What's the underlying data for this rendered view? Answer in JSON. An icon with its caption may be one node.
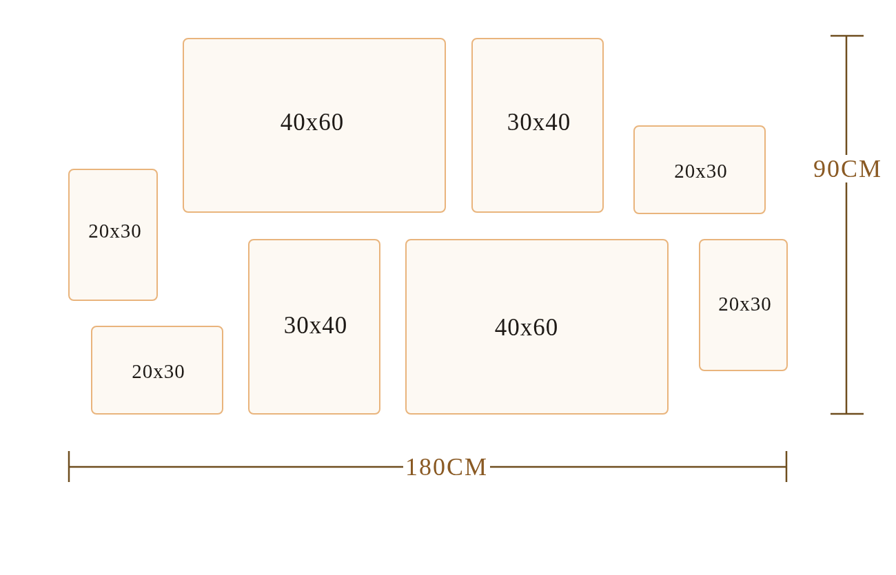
{
  "diagram": {
    "nodes": [
      {
        "text": [
          "40x60"
        ]
      },
      {
        "text": [
          "30x40"
        ]
      },
      {
        "text": [
          "20x30"
        ]
      },
      {
        "text": [
          "20x30"
        ]
      },
      {
        "text": [
          "30x40"
        ]
      },
      {
        "text": [
          "40x60"
        ]
      },
      {
        "text": [
          "20x30"
        ]
      },
      {
        "text": [
          "20x30"
        ]
      }
    ],
    "labels": [
      "90CM",
      "180CM"
    ]
  }
}
